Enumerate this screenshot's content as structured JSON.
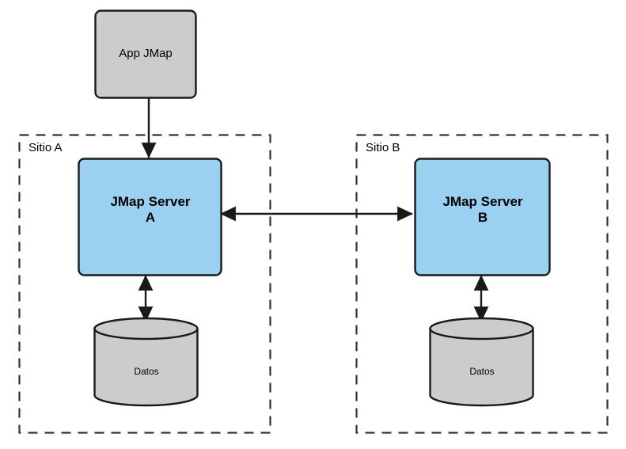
{
  "diagram": {
    "type": "architecture-diagram",
    "background": "#ffffff",
    "colors": {
      "box_gray_fill": "#cccccc",
      "box_blue_fill": "#9ad1f0",
      "stroke": "#1a1a1a",
      "dashed_stroke": "#333333",
      "text": "#000000"
    },
    "zones": [
      {
        "id": "sitio-a",
        "label": "Sitio A"
      },
      {
        "id": "sitio-b",
        "label": "Sitio B"
      }
    ],
    "nodes": [
      {
        "id": "app-jmap",
        "label": "App JMap",
        "shape": "rounded-rect",
        "fill": "#cccccc"
      },
      {
        "id": "jmap-server-a",
        "label": "JMap Server\nA",
        "shape": "rounded-rect",
        "fill": "#9ad1f0"
      },
      {
        "id": "jmap-server-b",
        "label": "JMap Server\nB",
        "shape": "rounded-rect",
        "fill": "#9ad1f0"
      },
      {
        "id": "datos-a",
        "label": "Datos",
        "shape": "cylinder",
        "fill": "#cccccc"
      },
      {
        "id": "datos-b",
        "label": "Datos",
        "shape": "cylinder",
        "fill": "#cccccc"
      }
    ],
    "edges": [
      {
        "id": "app-to-server-a",
        "from": "app-jmap",
        "to": "jmap-server-a",
        "arrow": "single"
      },
      {
        "id": "server-a-to-server-b",
        "from": "jmap-server-a",
        "to": "jmap-server-b",
        "arrow": "double"
      },
      {
        "id": "server-a-to-datos-a",
        "from": "jmap-server-a",
        "to": "datos-a",
        "arrow": "double"
      },
      {
        "id": "server-b-to-datos-b",
        "from": "jmap-server-b",
        "to": "datos-b",
        "arrow": "double"
      }
    ]
  }
}
